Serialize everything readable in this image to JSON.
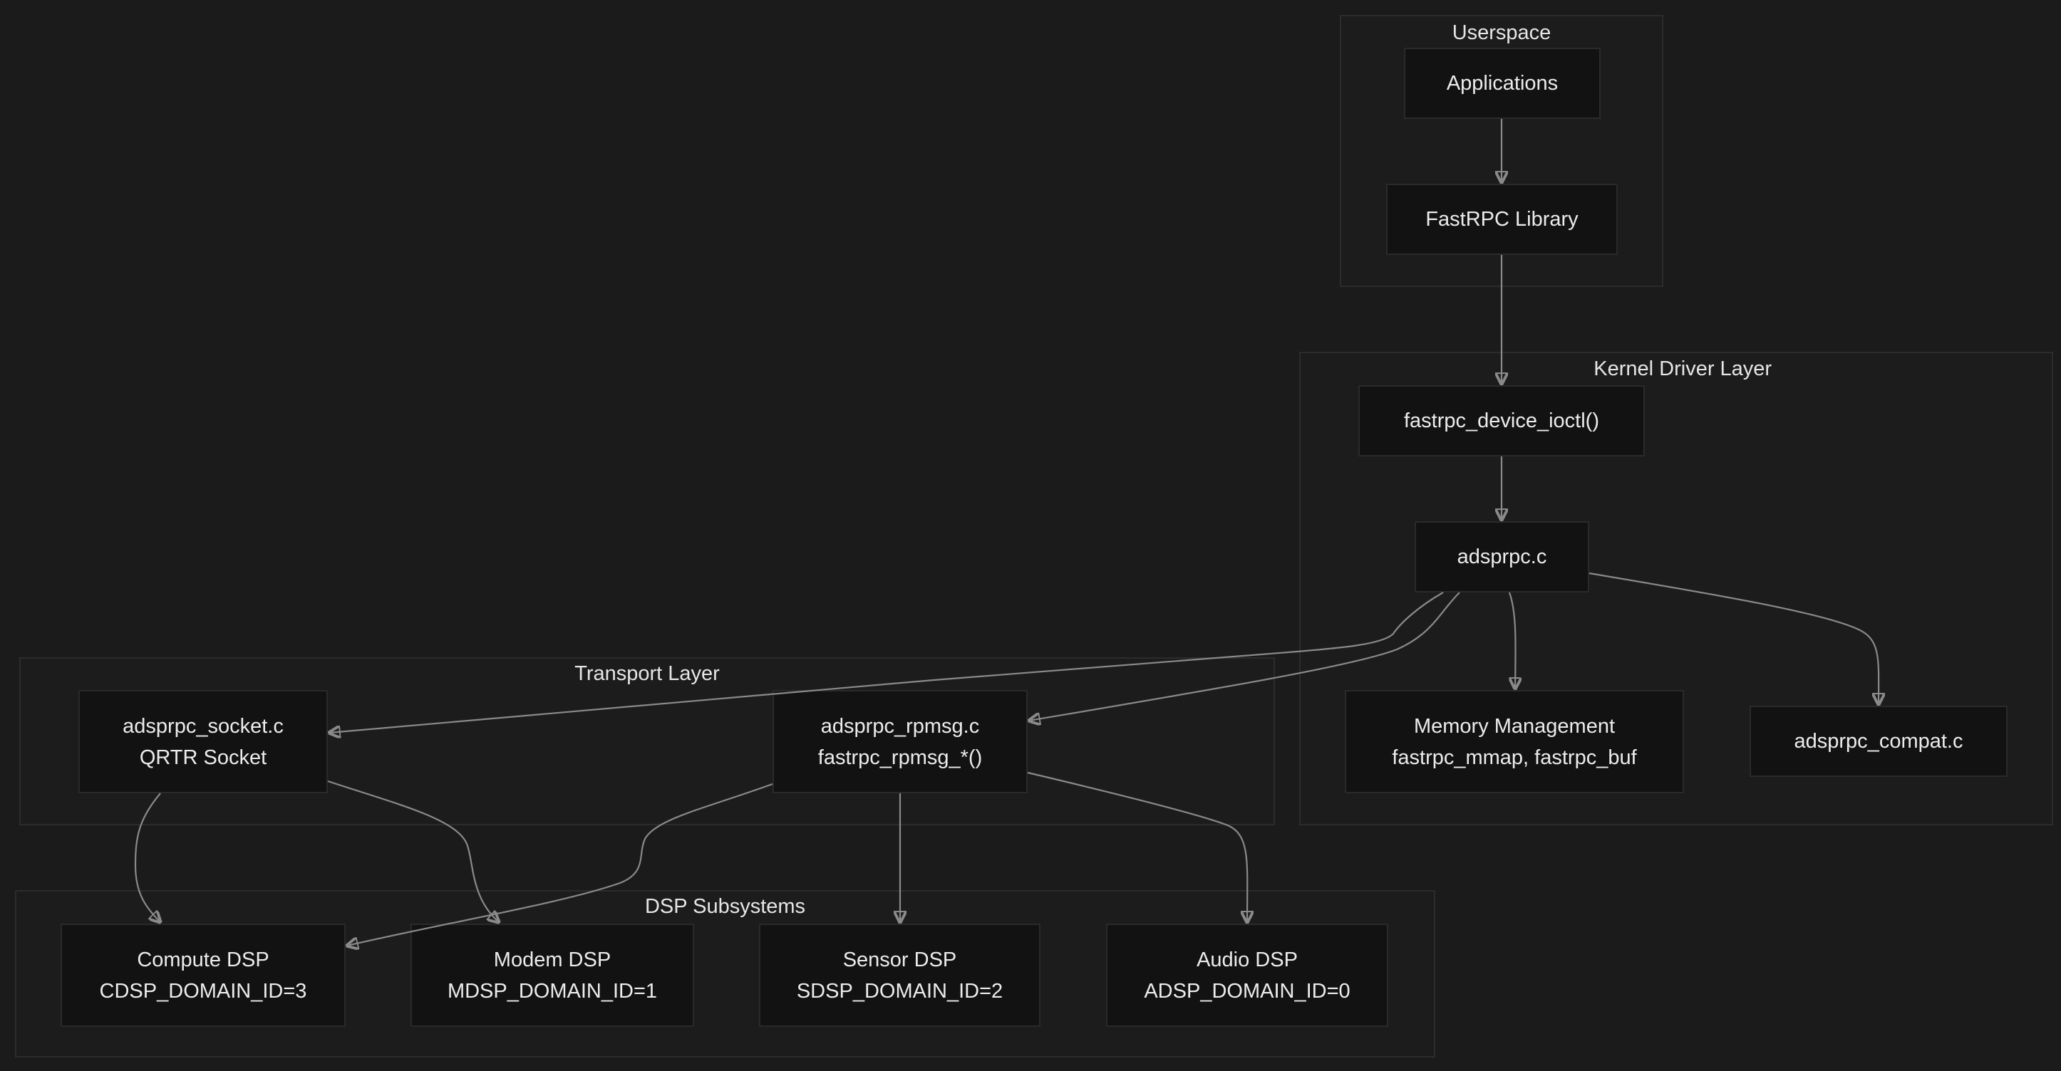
{
  "diagram": {
    "groups": {
      "userspace": "Userspace",
      "kernel": "Kernel Driver Layer",
      "transport": "Transport Layer",
      "dsp": "DSP Subsystems"
    },
    "nodes": {
      "applications": "Applications",
      "fastrpc_library": "FastRPC Library",
      "device_ioctl": "fastrpc_device_ioctl()",
      "adsprpc_c": "adsprpc.c",
      "memory_management": {
        "line1": "Memory Management",
        "line2": "fastrpc_mmap, fastrpc_buf"
      },
      "adsprpc_compat": "adsprpc_compat.c",
      "adsprpc_socket": {
        "line1": "adsprpc_socket.c",
        "line2": "QRTR Socket"
      },
      "adsprpc_rpmsg": {
        "line1": "adsprpc_rpmsg.c",
        "line2": "fastrpc_rpmsg_*()"
      },
      "compute_dsp": {
        "line1": "Compute DSP",
        "line2": "CDSP_DOMAIN_ID=3"
      },
      "modem_dsp": {
        "line1": "Modem DSP",
        "line2": "MDSP_DOMAIN_ID=1"
      },
      "sensor_dsp": {
        "line1": "Sensor DSP",
        "line2": "SDSP_DOMAIN_ID=2"
      },
      "audio_dsp": {
        "line1": "Audio DSP",
        "line2": "ADSP_DOMAIN_ID=0"
      }
    },
    "edges": [
      [
        "applications",
        "fastrpc_library"
      ],
      [
        "fastrpc_library",
        "device_ioctl"
      ],
      [
        "device_ioctl",
        "adsprpc_c"
      ],
      [
        "adsprpc_c",
        "adsprpc_socket"
      ],
      [
        "adsprpc_c",
        "adsprpc_rpmsg"
      ],
      [
        "adsprpc_c",
        "memory_management"
      ],
      [
        "adsprpc_c",
        "adsprpc_compat"
      ],
      [
        "adsprpc_socket",
        "compute_dsp"
      ],
      [
        "adsprpc_socket",
        "modem_dsp"
      ],
      [
        "adsprpc_rpmsg",
        "compute_dsp"
      ],
      [
        "adsprpc_rpmsg",
        "sensor_dsp"
      ],
      [
        "adsprpc_rpmsg",
        "audio_dsp"
      ]
    ],
    "colors": {
      "background": "#1b1b1b",
      "node_fill": "#121212",
      "text": "#ececec",
      "edge": "#8a8a8a"
    }
  }
}
